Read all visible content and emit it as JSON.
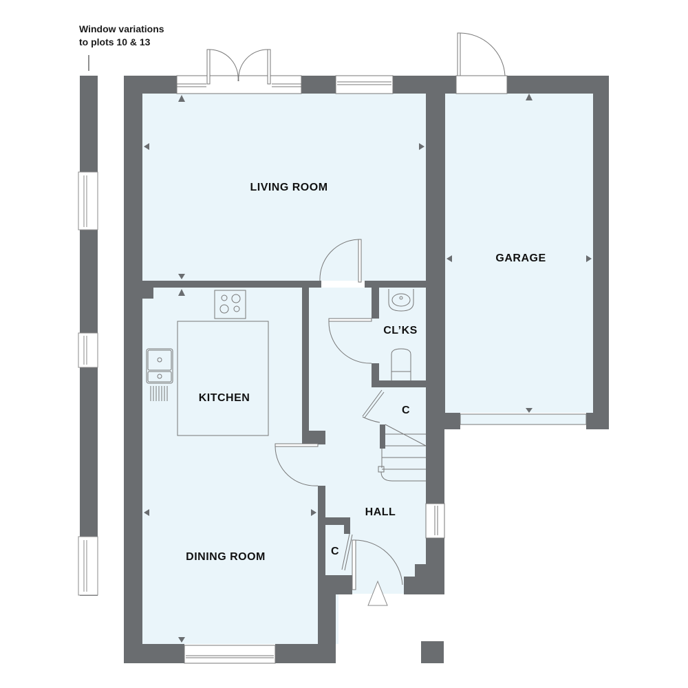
{
  "annotation": {
    "line1": "Window variations",
    "line2": "to plots 10 & 13"
  },
  "rooms": {
    "living_room": "LIVING ROOM",
    "garage": "GARAGE",
    "kitchen": "KITCHEN",
    "cloaks": "CL’KS",
    "cupboard_stairs": "C",
    "hall": "HALL",
    "cupboard_hall": "C",
    "dining_room": "DINING ROOM"
  },
  "colors": {
    "wall": "#6a6d70",
    "floor": "#eaf5fa",
    "line": "#6a6d70",
    "text": "#111111"
  }
}
